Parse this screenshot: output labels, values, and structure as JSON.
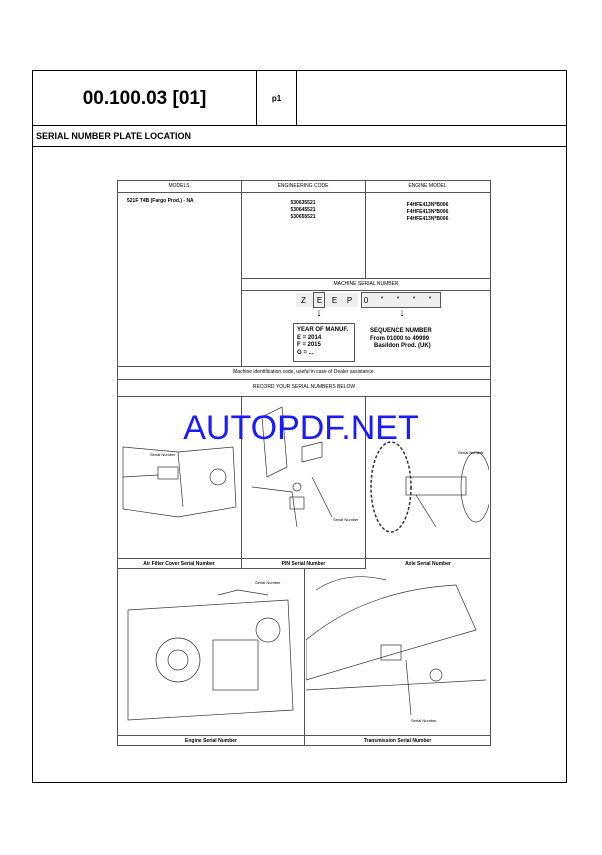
{
  "header": {
    "doc_code": "00.100.03 [01]",
    "page": "p1",
    "section_title": "SERIAL NUMBER PLATE LOCATION"
  },
  "table": {
    "col_headers": [
      "MODELS",
      "ENGINEERING CODE",
      "ENGINE MODEL"
    ],
    "model": "521F T4B (Fargo Prod.) - NA",
    "engineering_codes": [
      "530635521",
      "530645521",
      "530655521"
    ],
    "engine_models": [
      "F4HFE413N*B006",
      "F4HFE413N*B006",
      "F4HFE413N*B006"
    ],
    "msn_label": "MACHINE SERIAL NUMBER",
    "serial_chars": [
      "Z",
      "E",
      "E",
      "P",
      "0",
      "*",
      "*",
      "*",
      "*"
    ],
    "year_box": {
      "title": "YEAR OF MANUF.",
      "lines": [
        "E = 2014",
        "F = 2015",
        "G = ..."
      ]
    },
    "sequence": {
      "title": "SEQUENCE NUMBER",
      "lines": [
        "From 01000 to 49999",
        "Basildon Prod. (UK)"
      ]
    },
    "id_note": "Machine identification code, useful in case of Dealer assistance.",
    "record_note": "RECORD YOUR SERIAL NUMBERS BELOW"
  },
  "figures": {
    "callout": "Serial Number",
    "captions": [
      "Air Filter Cover Serial Number",
      "PIN Serial Number",
      "Axle Serial Number",
      "Engine Serial Number",
      "Transmission Serial Number"
    ]
  },
  "watermark": "AUTOPDF.NET",
  "colors": {
    "watermark": "#1a1aff"
  }
}
